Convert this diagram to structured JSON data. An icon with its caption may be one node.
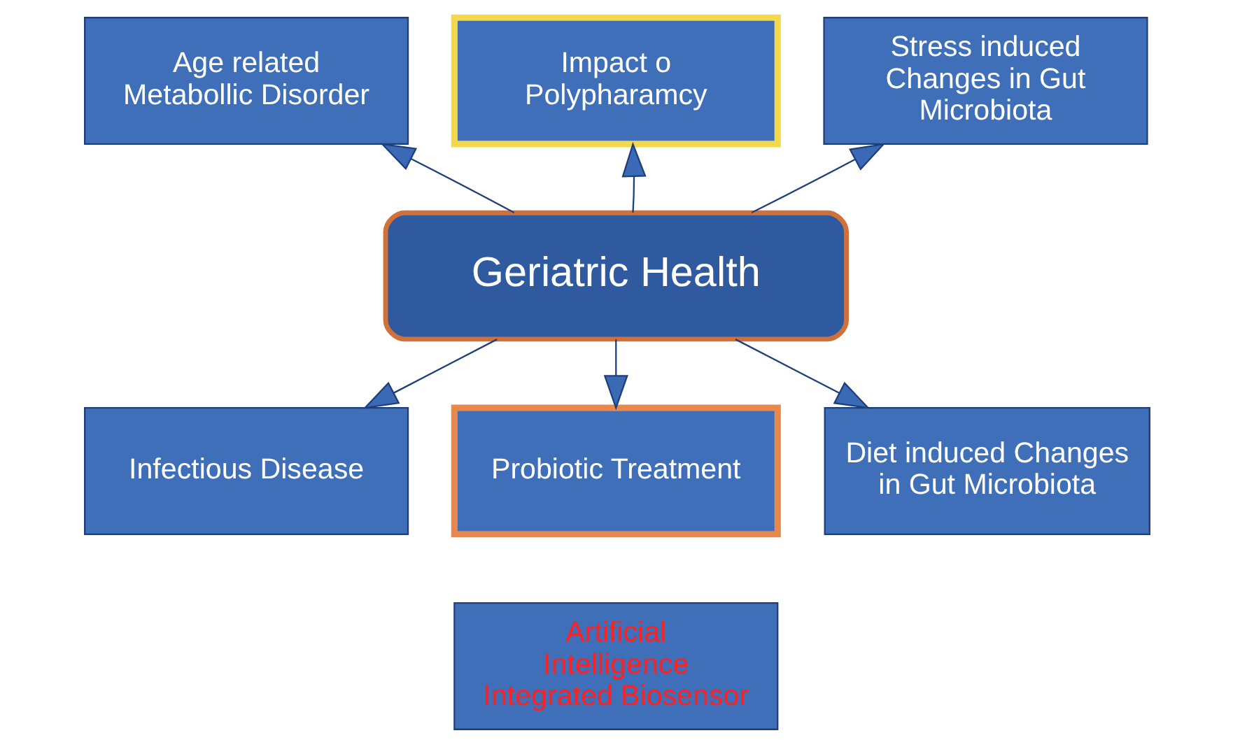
{
  "diagram": {
    "nodes": [
      {
        "text": [
          "Age related Metabollic Disorder"
        ]
      },
      {
        "text": [
          "Impact o Polypharamcy"
        ]
      },
      {
        "text": [
          "Stress induced Changes in Gut Microbiota"
        ]
      },
      {
        "text": [
          "Geriatric Health"
        ]
      },
      {
        "text": [
          "Infectious Disease"
        ]
      },
      {
        "text": [
          "Probiotic Treatment"
        ]
      },
      {
        "text": [
          "Diet induced Changes in Gut Microbiota"
        ]
      },
      {
        "text": [
          "Artificial Intelligence Integrated Biosensor"
        ]
      }
    ],
    "edges": [
      {
        "from": 3,
        "to": 0,
        "arrow": "to"
      },
      {
        "from": 3,
        "to": 1,
        "arrow": "to"
      },
      {
        "from": 3,
        "to": 2,
        "arrow": "to"
      },
      {
        "from": 3,
        "to": 4,
        "arrow": "to"
      },
      {
        "from": 3,
        "to": 5,
        "arrow": "to"
      },
      {
        "from": 3,
        "to": 6,
        "arrow": "to"
      }
    ]
  }
}
